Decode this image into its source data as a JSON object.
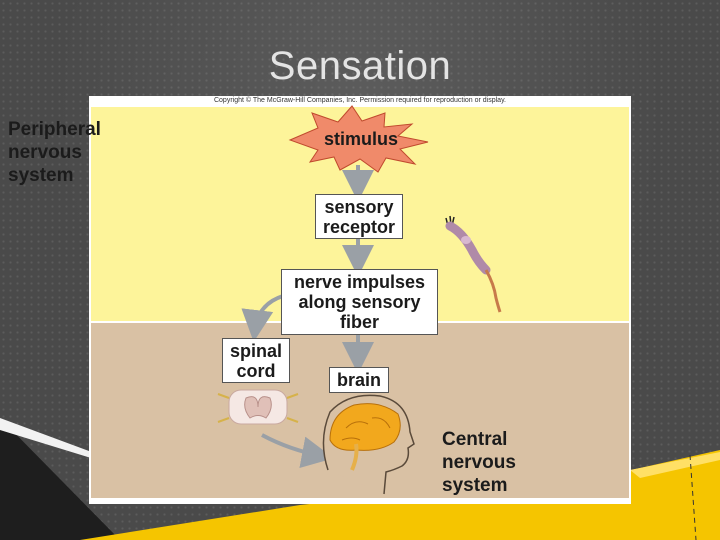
{
  "slide": {
    "title": "Sensation"
  },
  "figure": {
    "copyright": "Copyright © The McGraw-Hill Companies, Inc. Permission required for reproduction or display.",
    "regions": {
      "peripheral_label": [
        "Peripheral",
        "nervous",
        "system"
      ],
      "central_label": [
        "Central",
        "nervous",
        "system"
      ]
    },
    "nodes": {
      "stimulus": "stimulus",
      "sensory_receptor": [
        "sensory",
        "receptor"
      ],
      "nerve_impulses": [
        "nerve impulses",
        "along sensory",
        "fiber"
      ],
      "spinal_cord": [
        "spinal",
        "cord"
      ],
      "brain": "brain"
    },
    "colors": {
      "pns_region": "#fdf49a",
      "cns_region": "#d9c1a4",
      "stimulus_burst": "#f08a6a",
      "arrow": "#9aa0a6",
      "brain": "#f2a81d"
    },
    "icons": [
      "stimulus-burst-icon",
      "sensory-neuron-icon",
      "spinal-cord-section-icon",
      "brain-head-icon"
    ]
  }
}
